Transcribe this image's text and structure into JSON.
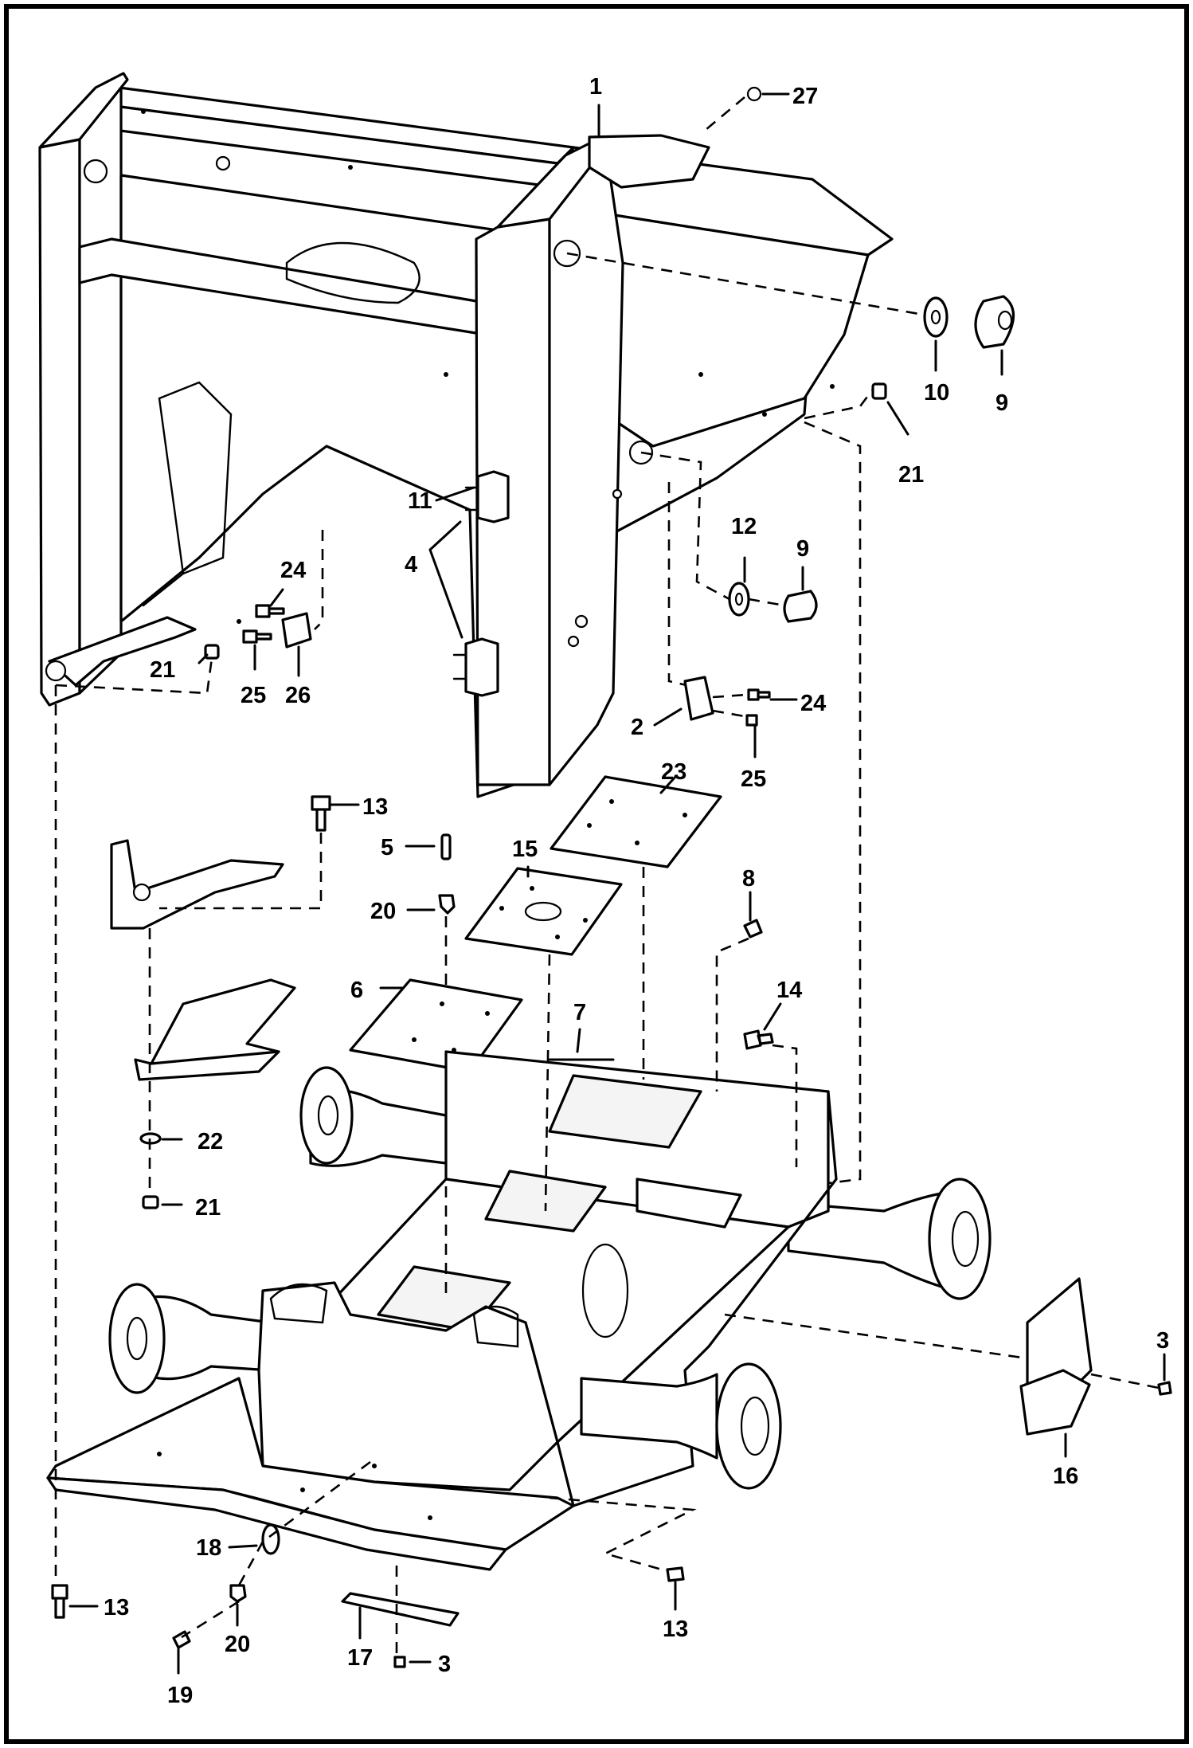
{
  "callouts": [
    {
      "id": "c1",
      "text": "1"
    },
    {
      "id": "c27",
      "text": "27"
    },
    {
      "id": "c10",
      "text": "10"
    },
    {
      "id": "c9a",
      "text": "9"
    },
    {
      "id": "c21a",
      "text": "21"
    },
    {
      "id": "c11",
      "text": "11"
    },
    {
      "id": "c4",
      "text": "4"
    },
    {
      "id": "c12",
      "text": "12"
    },
    {
      "id": "c9b",
      "text": "9"
    },
    {
      "id": "c24a",
      "text": "24"
    },
    {
      "id": "c21b",
      "text": "21"
    },
    {
      "id": "c25a",
      "text": "25"
    },
    {
      "id": "c26",
      "text": "26"
    },
    {
      "id": "c24b",
      "text": "24"
    },
    {
      "id": "c2",
      "text": "2"
    },
    {
      "id": "c25b",
      "text": "25"
    },
    {
      "id": "c23",
      "text": "23"
    },
    {
      "id": "c13a",
      "text": "13"
    },
    {
      "id": "c5",
      "text": "5"
    },
    {
      "id": "c15",
      "text": "15"
    },
    {
      "id": "c20a",
      "text": "20"
    },
    {
      "id": "c8",
      "text": "8"
    },
    {
      "id": "c6",
      "text": "6"
    },
    {
      "id": "c14",
      "text": "14"
    },
    {
      "id": "c7",
      "text": "7"
    },
    {
      "id": "c22",
      "text": "22"
    },
    {
      "id": "c21c",
      "text": "21"
    },
    {
      "id": "c3a",
      "text": "3"
    },
    {
      "id": "c16",
      "text": "16"
    },
    {
      "id": "c18",
      "text": "18"
    },
    {
      "id": "c13b",
      "text": "13"
    },
    {
      "id": "c13c",
      "text": "13"
    },
    {
      "id": "c20b",
      "text": "20"
    },
    {
      "id": "c17",
      "text": "17"
    },
    {
      "id": "c3b",
      "text": "3"
    },
    {
      "id": "c19",
      "text": "19"
    }
  ]
}
